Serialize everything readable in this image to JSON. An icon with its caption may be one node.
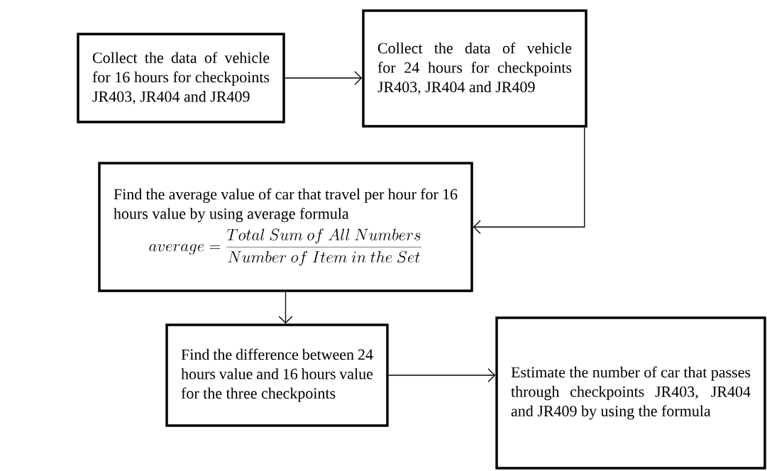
{
  "diagram": {
    "nodes": [
      {
        "text": [
          "Collect the data of vehicle for 16 hours for checkpoints JR403, JR404 and JR409"
        ]
      },
      {
        "text": [
          "Collect the data of vehicle for 24 hours for checkpoints JR403, JR404 and JR409"
        ]
      },
      {
        "text": [
          "Find the average value of car that travel per hour for 16 hours value by using average formula",
          "average = \\frac{Total\\ Sum\\ of\\ All\\ Numbers}{Number\\ of\\ Item\\ in\\ the\\ Set}"
        ]
      },
      {
        "text": [
          "Find the difference between 24 hours value and 16 hours value for the three checkpoints"
        ]
      },
      {
        "text": [
          "Estimate the number of car that passes through checkpoints JR403, JR404 and JR409 by using the formula"
        ]
      }
    ],
    "edges": [
      {
        "from": 0,
        "to": 1,
        "arrow": "to"
      },
      {
        "from": 1,
        "to": 2,
        "arrow": "to"
      },
      {
        "from": 2,
        "to": 3,
        "arrow": "to"
      },
      {
        "from": 3,
        "to": 4,
        "arrow": "to"
      }
    ]
  }
}
